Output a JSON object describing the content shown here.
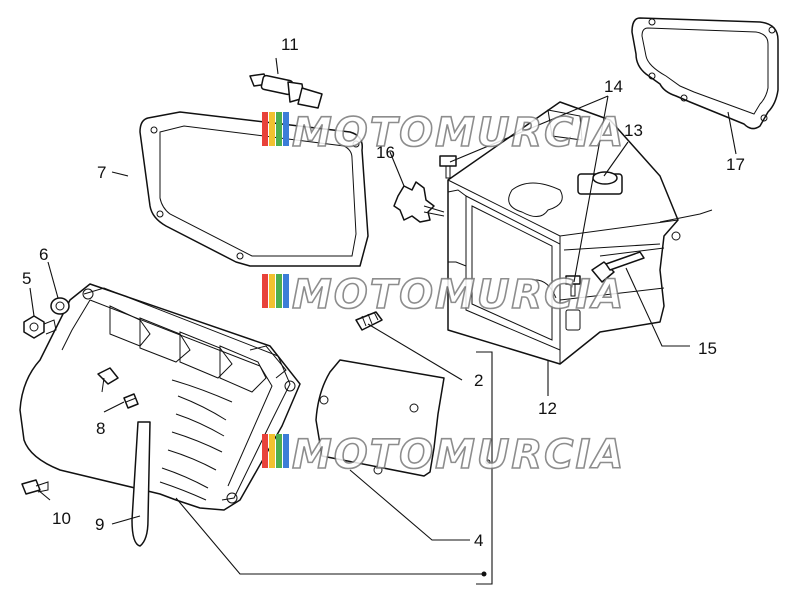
{
  "callouts": {
    "c2": "2",
    "c4": "4",
    "c5": "5",
    "c6": "6",
    "c7": "7",
    "c8": "8",
    "c9": "9",
    "c10": "10",
    "c11": "11",
    "c12": "12",
    "c13": "13",
    "c14": "14",
    "c15": "15",
    "c16": "16",
    "c17": "17"
  },
  "watermark": {
    "text": "MOTOMURCIA",
    "stripe_colors": [
      "#e8423a",
      "#f2c230",
      "#4cae4f",
      "#3b7dd8"
    ]
  }
}
